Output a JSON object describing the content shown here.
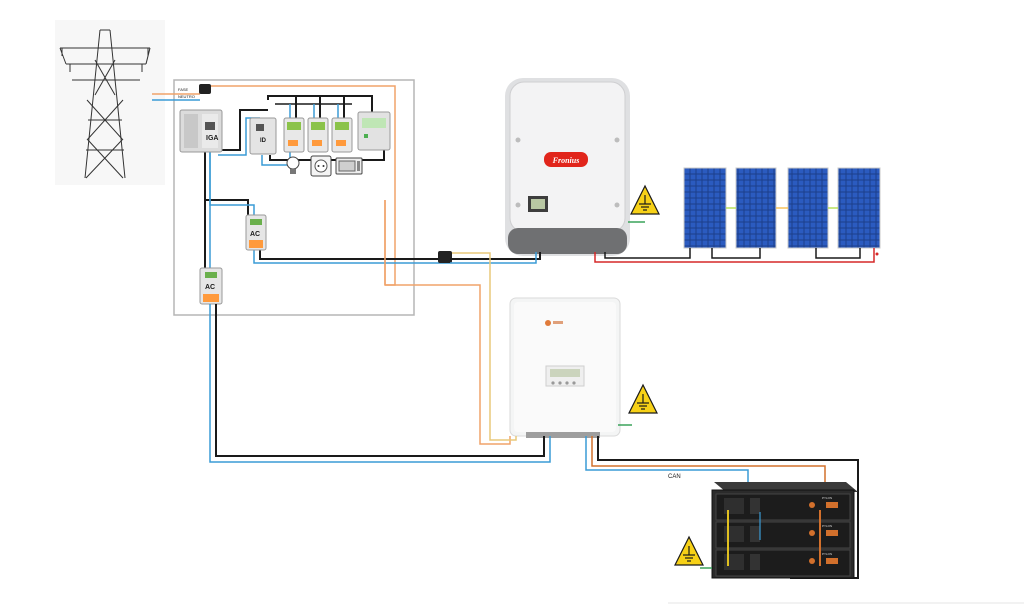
{
  "labels": {
    "fase": "FASE",
    "neutro": "NEUTRO",
    "iga": "IGA",
    "id": "ID",
    "ac_1": "AC",
    "ac_2": "AC",
    "can": "CAN",
    "inverter_brand": "Fronius",
    "battery_brand_1": "PYLON",
    "battery_brand_2": "PYLON",
    "battery_brand_3": "PYLON"
  },
  "colors": {
    "phase_wire": "#1a1a1a",
    "neutral_wire": "#3a9bd5",
    "ac_out_orange": "#f0a36a",
    "ac_out_yellow": "#e8c87a",
    "dc_red": "#d62828",
    "fronius_red": "#e1251b",
    "ground_green": "#3aa35a",
    "warning_yellow": "#f7d117"
  },
  "icons": [
    "transmission-tower-icon",
    "lightbulb-icon",
    "socket-icon",
    "microwave-icon",
    "ground-warning-icon",
    "solar-panel-icon",
    "battery-module-icon"
  ]
}
